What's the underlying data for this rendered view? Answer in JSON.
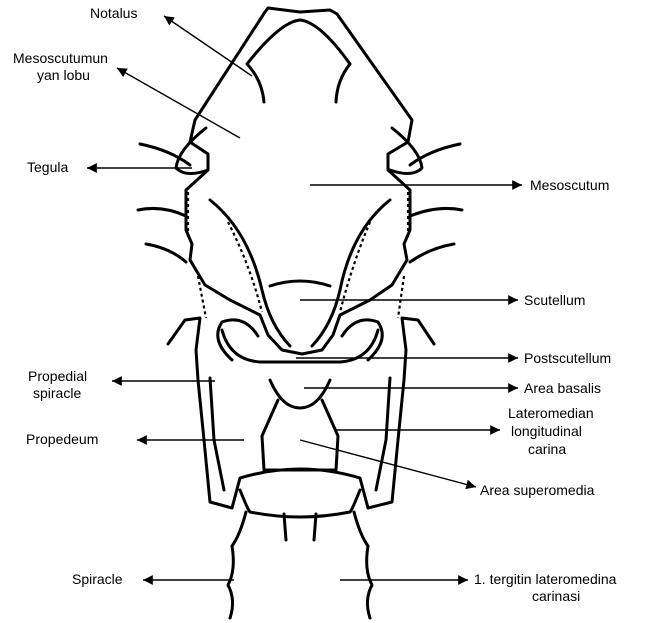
{
  "labels": {
    "notalus": "Notalus",
    "mesoscutum_lobe_1": "Mesoscutumun",
    "mesoscutum_lobe_2": "yan lobu",
    "tegula": "Tegula",
    "mesoscutum": "Mesoscutum",
    "scutellum": "Scutellum",
    "postscutellum": "Postscutellum",
    "propedial_spiracle_1": "Propedial",
    "propedial_spiracle_2": "spiracle",
    "area_basalis": "Area basalis",
    "lateromedian_1": "Lateromedian",
    "lateromedian_2": "longitudinal",
    "lateromedian_3": "carina",
    "propedeum": "Propedeum",
    "area_superomedia": "Area superomedia",
    "spiracle": "Spiracle",
    "tergite_carina_1": "1. tergitin lateromedina",
    "tergite_carina_2": "carinasi"
  },
  "colors": {
    "line": "#000000",
    "background": "#ffffff"
  }
}
